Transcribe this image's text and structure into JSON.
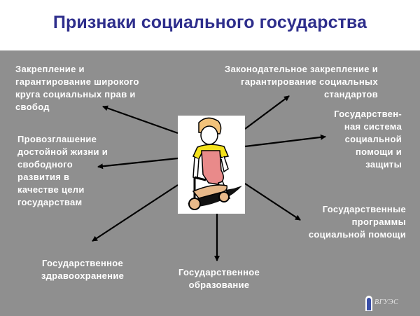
{
  "slide": {
    "title": "Признаки социального государства",
    "colors": {
      "title": "#2e2e8c",
      "background": "#8f8f8f",
      "header_background": "#ffffff",
      "label_text": "#ffffff",
      "arrow": "#000000"
    },
    "center_image": {
      "description": "child on a wooden scooter illustration"
    },
    "features": [
      {
        "id": "rights",
        "text": "Закрепление и\nгарантирование широкого\nкруга социальных прав и\nсвобод"
      },
      {
        "id": "standards",
        "text": "Законодательное закрепление и\nгарантирование социальных\nстандартов"
      },
      {
        "id": "social-system",
        "text": "Государствен-\nная система\nсоциальной\nпомощи и\nзащиты"
      },
      {
        "id": "decent-life",
        "text": "Провозглашение\nдостойной жизни и\nсвободного\nразвития в\nкачестве цели\nгосударствам"
      },
      {
        "id": "programs",
        "text": "Государственные\nпрограммы\nсоциальной помощи"
      },
      {
        "id": "healthcare",
        "text": "Государственное\nздравоохранение"
      },
      {
        "id": "education",
        "text": "Государственное\nобразование"
      }
    ],
    "logo": {
      "text": "ВГУЭС"
    }
  }
}
